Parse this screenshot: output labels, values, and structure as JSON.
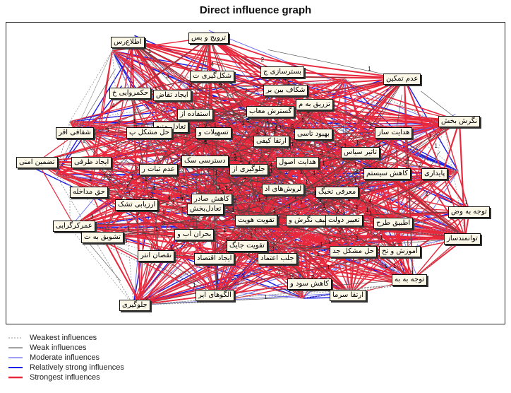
{
  "title": "Direct influence graph",
  "colors": {
    "weakest": "#9a9a9a",
    "weak": "#444444",
    "moderate": "#6666f0",
    "strong": "#1a1ae6",
    "strongest": "#e8283c"
  },
  "legend": [
    {
      "label": "Weakest influences",
      "level": "weakest"
    },
    {
      "label": "Weak influences",
      "level": "weak"
    },
    {
      "label": "Moderate influences",
      "level": "moderate"
    },
    {
      "label": "Relatively strong influences",
      "level": "strong"
    },
    {
      "label": "Strongest influences",
      "level": "strongest"
    }
  ],
  "nodes": [
    "ترویج و بس",
    "اطلاع‌رس",
    "بسترسازی ج",
    "عدم تمکین",
    "شکل‌گیری ت",
    "ایجاد تقاض",
    "شکاف بین بر",
    "استفاده از",
    "تزریق به م",
    "حکمروایی خ",
    "گسترش معاب",
    "نگرش بخش",
    "تعادل منبع",
    "تسهیلات و",
    "بهبود تاسی",
    "هدایت ساز",
    "حل مشکل پ",
    "شفافی اقر",
    "ارتقا کیفی",
    "تاثیر سیاس",
    "ایجاد ظرفی",
    "تضمین امنی",
    "عدم ثبات ر",
    "دسترسی سک",
    "جلوگیری از",
    "هدایت اصول",
    "کاهش سیستم",
    "پایداری",
    "حق مداخله",
    "تقویت هوش",
    "لروش‌های اد",
    "معرفی تخبگ",
    "کاهش صادر",
    "ارزیابی تشک",
    "تعادل‌بخش",
    "اطبیق طرح",
    "توجه به وض",
    "عمرکرگرایی",
    "تقویت هویت",
    "تضعیف نگرش و",
    "تغییر دولت",
    "تشویق به ت",
    "بحران آب و",
    "توانمندساز",
    "تقویت جایگ",
    "حل مشکل جد",
    "آموزش و تح",
    "نقصان انتر",
    "ایجاد اقتصاد",
    "جلب اعتماد",
    "توجه به به",
    "کاهش سود و",
    "ارتقا سرما",
    "الگوهای ایر",
    "جلوگیری"
  ],
  "edge_labels": [
    "1",
    "2",
    "3",
    "4"
  ]
}
